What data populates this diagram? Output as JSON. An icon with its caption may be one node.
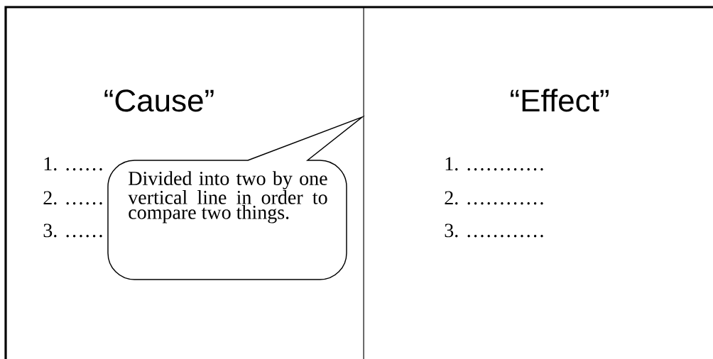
{
  "diagram": {
    "nodes": [
      {
        "text": [
          "Divided into two by one vertical line in order to compare two things."
        ]
      }
    ],
    "labels": [
      "“Cause”",
      "“Effect”",
      "1. ……",
      "2. ……",
      "3. ……",
      "1. …………",
      "2. …………",
      "3. …………"
    ]
  }
}
